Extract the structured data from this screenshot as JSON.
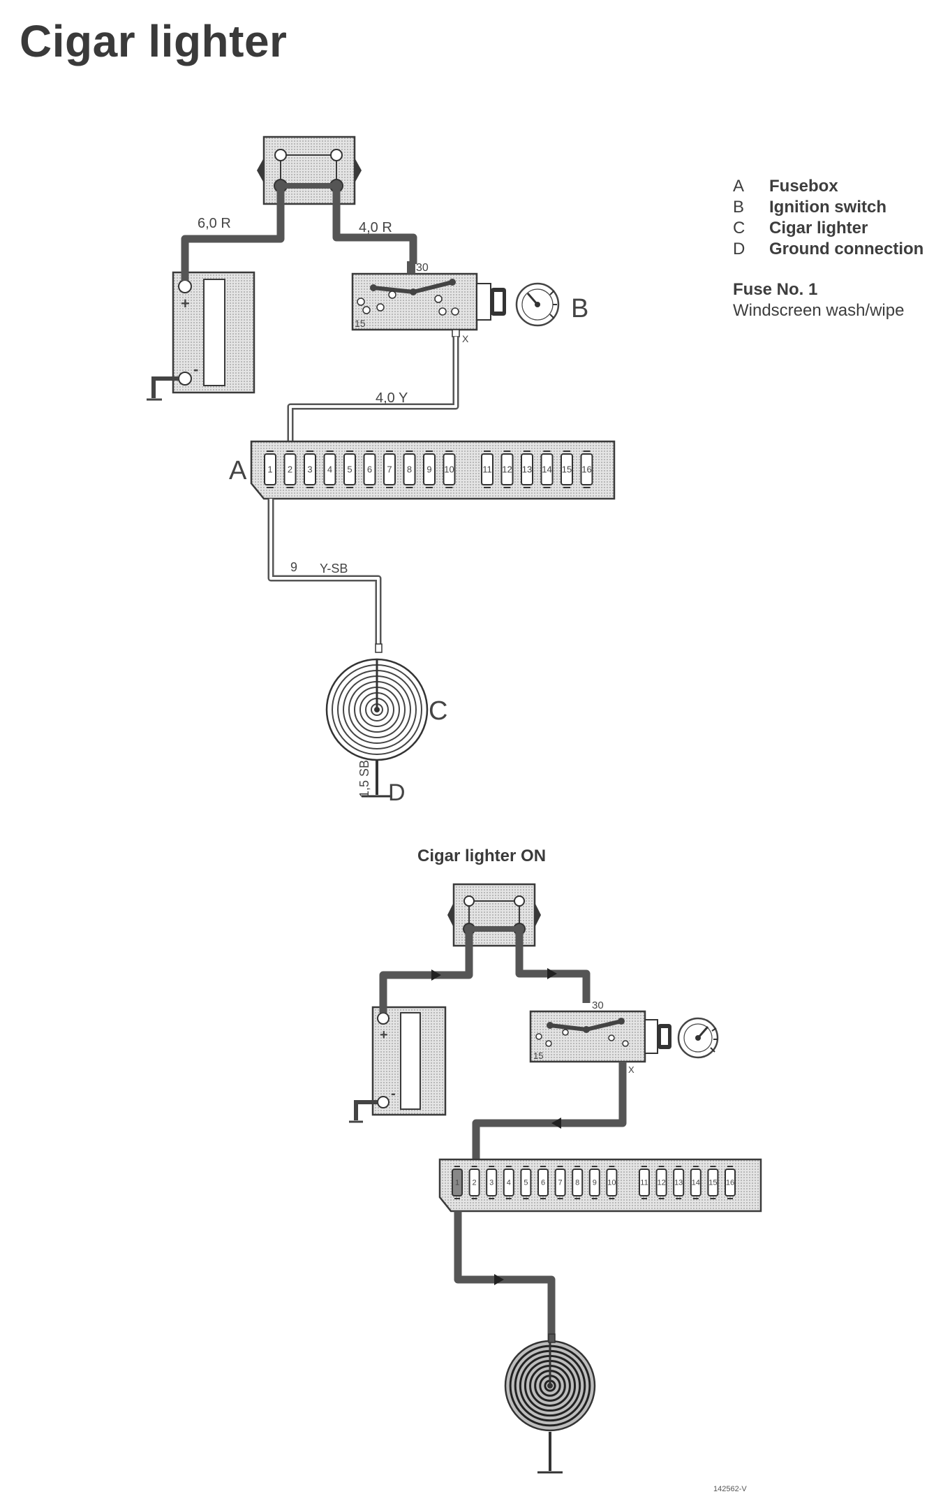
{
  "title": "Cigar lighter",
  "legend": [
    {
      "letter": "A",
      "text": "Fusebox"
    },
    {
      "letter": "B",
      "text": "Ignition switch"
    },
    {
      "letter": "C",
      "text": "Cigar lighter"
    },
    {
      "letter": "D",
      "text": "Ground connection"
    }
  ],
  "fuse_info": {
    "title": "Fuse No. 1",
    "description": "Windscreen wash/wipe"
  },
  "diagram_top": {
    "wire_labels": {
      "battery_to_box": "6,0 R",
      "box_to_switch": "4,0 R",
      "switch_to_fuse": "4,0 Y",
      "fuse_to_lighter": "Y-SB",
      "fuse_to_lighter_prefix": "9",
      "ground": "1,5 SB"
    },
    "terminal_labels": {
      "t30": "30",
      "t15": "15",
      "tx": "X"
    },
    "component_labels": {
      "fusebox": "A",
      "ignition_switch": "B",
      "cigar_lighter": "C",
      "ground": "D"
    },
    "battery_signs": {
      "plus": "+",
      "minus": "-"
    }
  },
  "diagram_bottom": {
    "subtitle": "Cigar lighter ON",
    "terminal_labels": {
      "t30": "30",
      "t15": "15",
      "tx": "X"
    },
    "battery_signs": {
      "plus": "+",
      "minus": "-"
    }
  },
  "fuse_numbers": [
    "1",
    "2",
    "3",
    "4",
    "5",
    "6",
    "7",
    "8",
    "9",
    "10",
    "11",
    "12",
    "13",
    "14",
    "15",
    "16"
  ],
  "reference_code": "142562-V"
}
